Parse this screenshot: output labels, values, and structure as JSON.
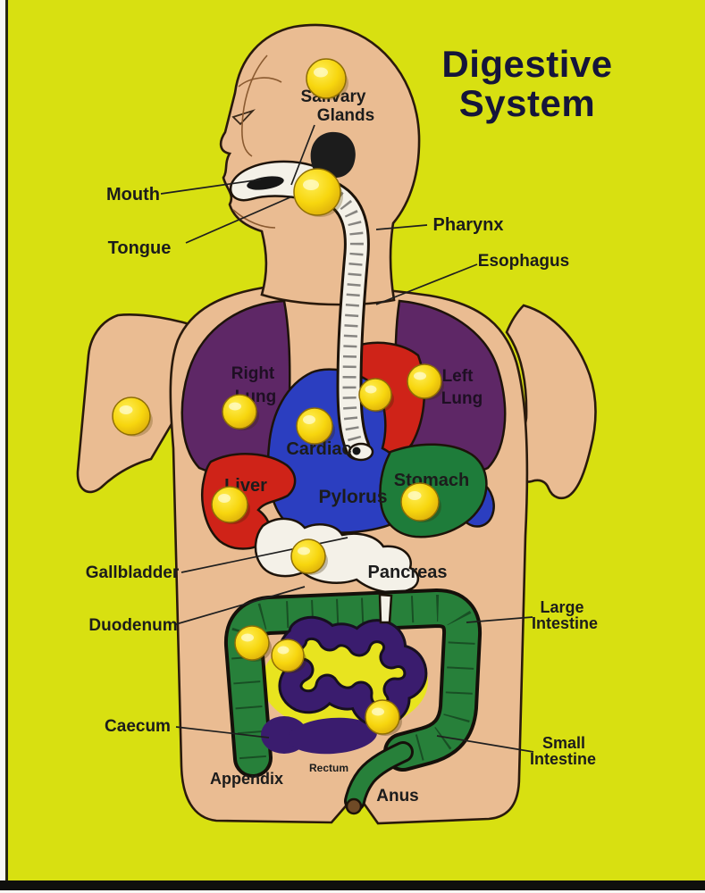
{
  "title": {
    "line1": "Digestive",
    "line2": "System"
  },
  "labels": {
    "salivary_glands": {
      "line1": "Salivary",
      "line2": "Glands"
    },
    "mouth": "Mouth",
    "tongue": "Tongue",
    "pharynx": "Pharynx",
    "esophagus": "Esophagus",
    "right_lung": {
      "line1": "Right",
      "line2": "Lung"
    },
    "left_lung": {
      "line1": "Left",
      "line2": "Lung"
    },
    "cardiac": "Cardiac",
    "liver": "Liver",
    "pylorus": "Pylorus",
    "stomach": "Stomach",
    "gallbladder": "Gallbladder",
    "pancreas": "Pancreas",
    "duodenum": "Duodenum",
    "large_intestine": {
      "line1": "Large",
      "line2": "Intestine"
    },
    "caecum": "Caecum",
    "small_intestine": {
      "line1": "Small",
      "line2": "Intestine"
    },
    "appendix": "Appendix",
    "rectum": "Rectum",
    "anus": "Anus"
  },
  "colors": {
    "board": "#d8e011",
    "skin": "#eabc92",
    "outline": "#2a1a0c",
    "lung_purple": "#5e2766",
    "heart_red": "#cf2318",
    "organ_blue": "#2b3ec0",
    "stomach_green": "#1e7c3a",
    "intestine_green": "#27803a",
    "small_intestine_purple": "#3a1c6e",
    "inner_yellow": "#e8e41f",
    "organ_white": "#f4f1e8",
    "knob_yellow": "#f6d70e",
    "anus_brown": "#6f4a26",
    "salivary_black": "#1c1c1c",
    "text": "#1c1c1c",
    "title_text": "#15153a"
  }
}
